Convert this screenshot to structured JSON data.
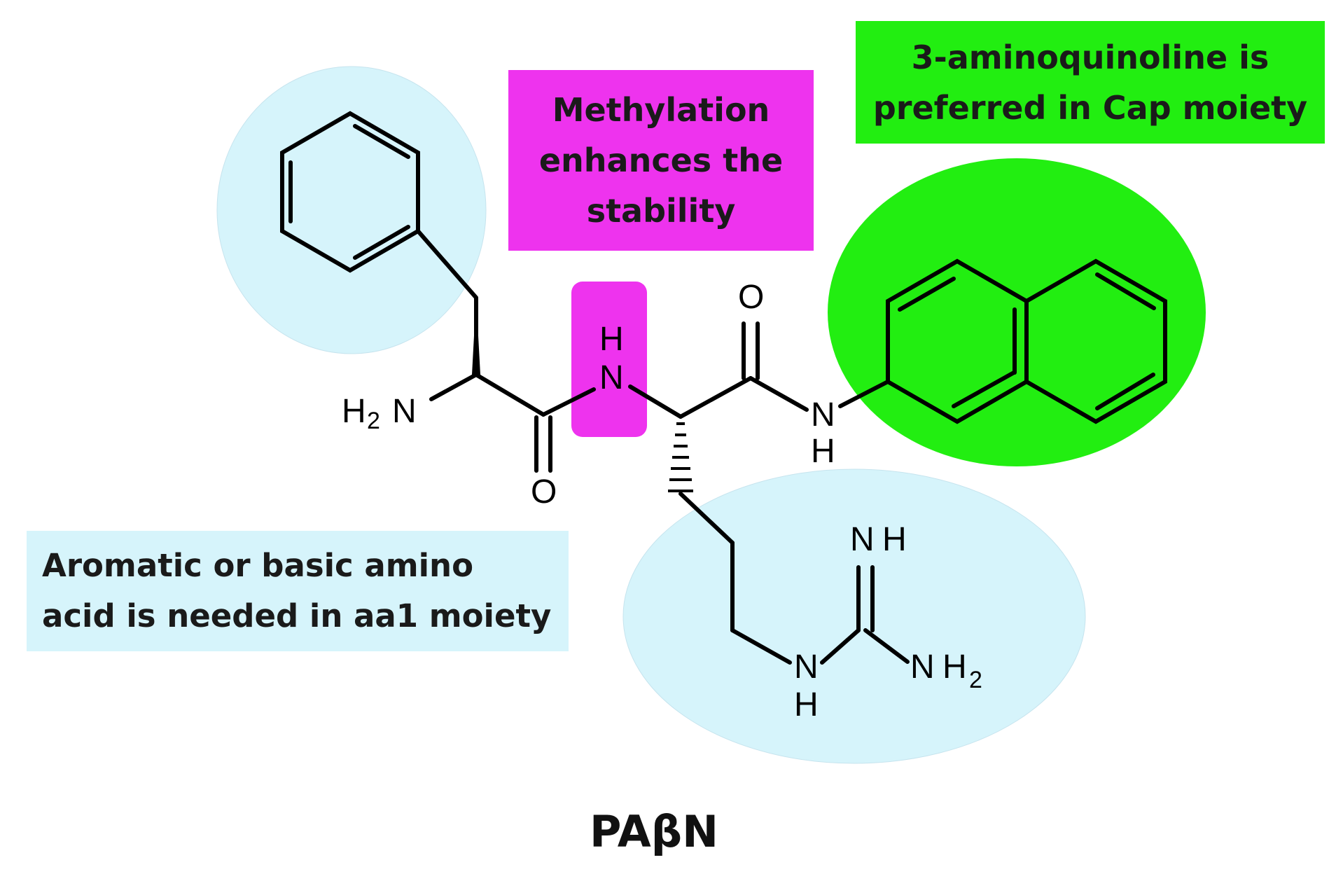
{
  "colors": {
    "region_light_blue": "#d6f4fb",
    "region_magenta": "#ee33ee",
    "region_green": "#22ee11",
    "bond_color": "#000000",
    "text_color": "#1a1a1a"
  },
  "callouts": {
    "methylation": "Methylation\nenhances the\nstability",
    "cap": "3-aminoquinoline is\npreferred in Cap moiety",
    "aa1": "Aromatic or basic amino\nacid is needed in aa1 moiety"
  },
  "atoms": {
    "amine_n": "N",
    "amine_h": "H",
    "amine_sub": "2",
    "amide_n": "N",
    "amide_h": "H",
    "carbonyl_o1": "O",
    "carbonyl_o2": "O",
    "cap_n": "N",
    "cap_h": "H",
    "guan_nh_n": "N",
    "guan_nh_h": "H",
    "guan_imine_n": "N",
    "guan_imine_h": "H",
    "guan_nh2_n": "N",
    "guan_nh2_h": "H",
    "guan_nh2_sub": "2"
  },
  "compound_name": "PAβN"
}
